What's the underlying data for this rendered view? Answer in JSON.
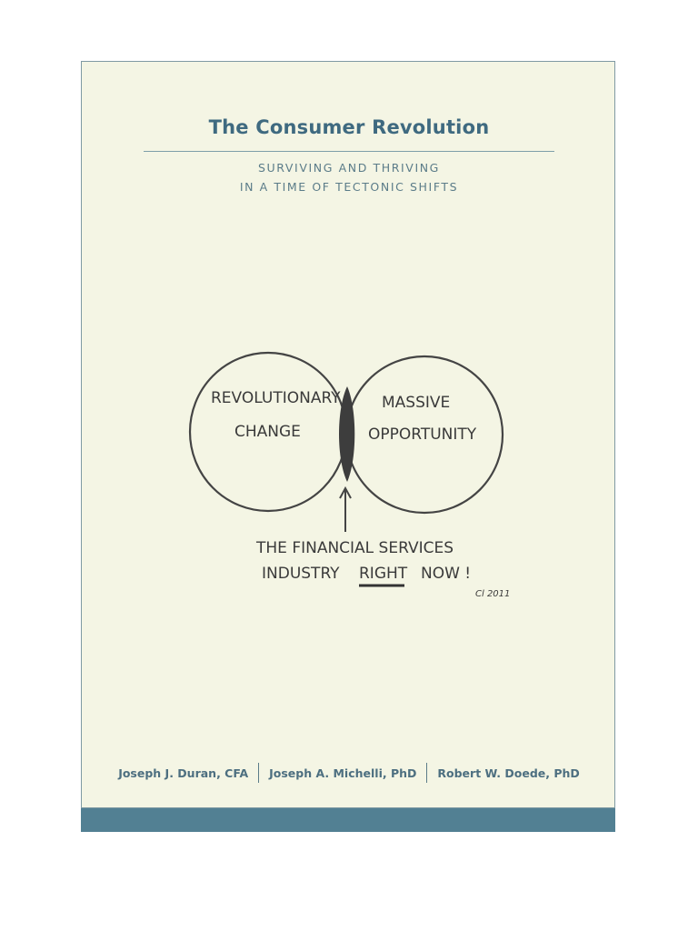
{
  "cover": {
    "title": "The Consumer Revolution",
    "subtitle_line1": "SURVIVING AND THRIVING",
    "subtitle_line2": "IN A TIME OF TECTONIC SHIFTS",
    "diagram": {
      "left_circle_line1": "REVOLUTIONARY",
      "left_circle_line2": "CHANGE",
      "right_circle_line1": "MASSIVE",
      "right_circle_line2": "OPPORTUNITY",
      "caption_line1": "THE FINANCIAL SERVICES",
      "caption_line2_part1": "INDUSTRY",
      "caption_line2_emphasis": "RIGHT",
      "caption_line2_part2": "NOW !",
      "signature": "Cl 2011"
    },
    "authors": [
      "Joseph J. Duran, CFA",
      "Joseph A. Michelli, PhD",
      "Robert W. Doede, PhD"
    ]
  },
  "colors": {
    "background": "#f4f5e4",
    "title": "#3f6a80",
    "subtitle": "#5b7c89",
    "footer_bar": "#528093",
    "ink": "#3a3a3a"
  }
}
